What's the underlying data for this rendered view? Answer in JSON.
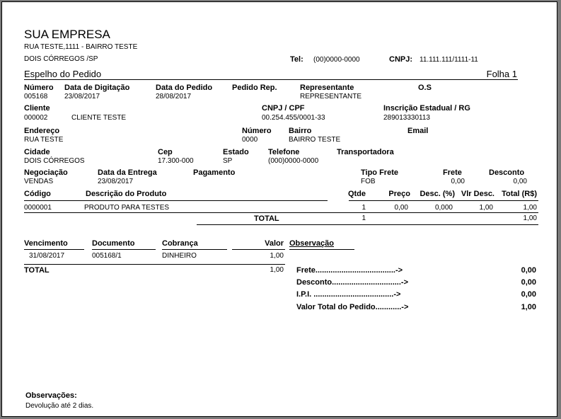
{
  "company": {
    "name": "SUA EMPRESA",
    "address1": "RUA TESTE,1111 - BAIRRO TESTE",
    "address2": "DOIS CÓRREGOS /SP",
    "tel_label": "Tel:",
    "tel_value": "(00)0000-0000",
    "cnpj_label": "CNPJ:",
    "cnpj_value": "11.111.111/1111-11"
  },
  "doc": {
    "title": "Espelho do Pedido",
    "page": "Folha 1"
  },
  "order": {
    "numero_label": "Número",
    "numero": "005168",
    "data_digitacao_label": "Data de Digitação",
    "data_digitacao": "23/08/2017",
    "data_pedido_label": "Data do Pedido",
    "data_pedido": "28/08/2017",
    "pedido_rep_label": "Pedido Rep.",
    "representante_label": "Representante",
    "representante": "REPRESENTANTE",
    "os_label": "O.S"
  },
  "client": {
    "cliente_label": "Cliente",
    "codigo": "000002",
    "nome": "CLIENTE TESTE",
    "cnpj_label": "CNPJ / CPF",
    "cnpj": "00.254.455/0001-33",
    "ie_label": "Inscrição Estadual / RG",
    "ie": "289013330113",
    "endereco_label": "Endereço",
    "endereco": "RUA TESTE",
    "numero_label": "Número",
    "numero": "0000",
    "bairro_label": "Bairro",
    "bairro": "BAIRRO TESTE",
    "email_label": "Email",
    "cidade_label": "Cidade",
    "cidade": "DOIS CÓRREGOS",
    "cep_label": "Cep",
    "cep": "17.300-000",
    "estado_label": "Estado",
    "estado": "SP",
    "telefone_label": "Telefone",
    "telefone": "(000)0000-0000",
    "transportadora_label": "Transportadora"
  },
  "negotiation": {
    "negociacao_label": "Negociação",
    "negociacao": "VENDAS",
    "entrega_label": "Data da Entrega",
    "entrega": "23/08/2017",
    "pagamento_label": "Pagamento",
    "tipo_frete_label": "Tipo Frete",
    "tipo_frete": "FOB",
    "frete_label": "Frete",
    "frete": "0,00",
    "desconto_label": "Desconto",
    "desconto": "0,00"
  },
  "items": {
    "headers": {
      "codigo": "Código",
      "descricao": "Descrição do Produto",
      "qtde": "Qtde",
      "preco": "Preço",
      "desc": "Desc. (%)",
      "vlr_desc": "Vlr Desc.",
      "total": "Total (R$)"
    },
    "rows": [
      {
        "codigo": "0000001",
        "descricao": "PRODUTO PARA TESTES",
        "qtde": "1",
        "preco": "0,00",
        "desc": "0,000",
        "vlr_desc": "1,00",
        "total": "1,00"
      }
    ],
    "total_label": "TOTAL",
    "total_qtde": "1",
    "total_value": "1,00"
  },
  "installments": {
    "headers": {
      "vencimento": "Vencimento",
      "documento": "Documento",
      "cobranca": "Cobrança",
      "valor": "Valor"
    },
    "rows": [
      {
        "vencimento": "31/08/2017",
        "documento": "005168/1",
        "cobranca": "DINHEIRO",
        "valor": "1,00"
      }
    ],
    "total_label": "TOTAL",
    "total_value": "1,00"
  },
  "observacao_label": "Observação",
  "summary": [
    {
      "label": "Frete.....................................->",
      "value": "0,00"
    },
    {
      "label": "Desconto................................->",
      "value": "0,00"
    },
    {
      "label": "I.P.I. .....................................->",
      "value": "0,00"
    },
    {
      "label": "Valor Total do Pedido............->",
      "value": "1,00"
    }
  ],
  "footer": {
    "label": "Observações:",
    "text": "Devolução até 2 dias."
  }
}
